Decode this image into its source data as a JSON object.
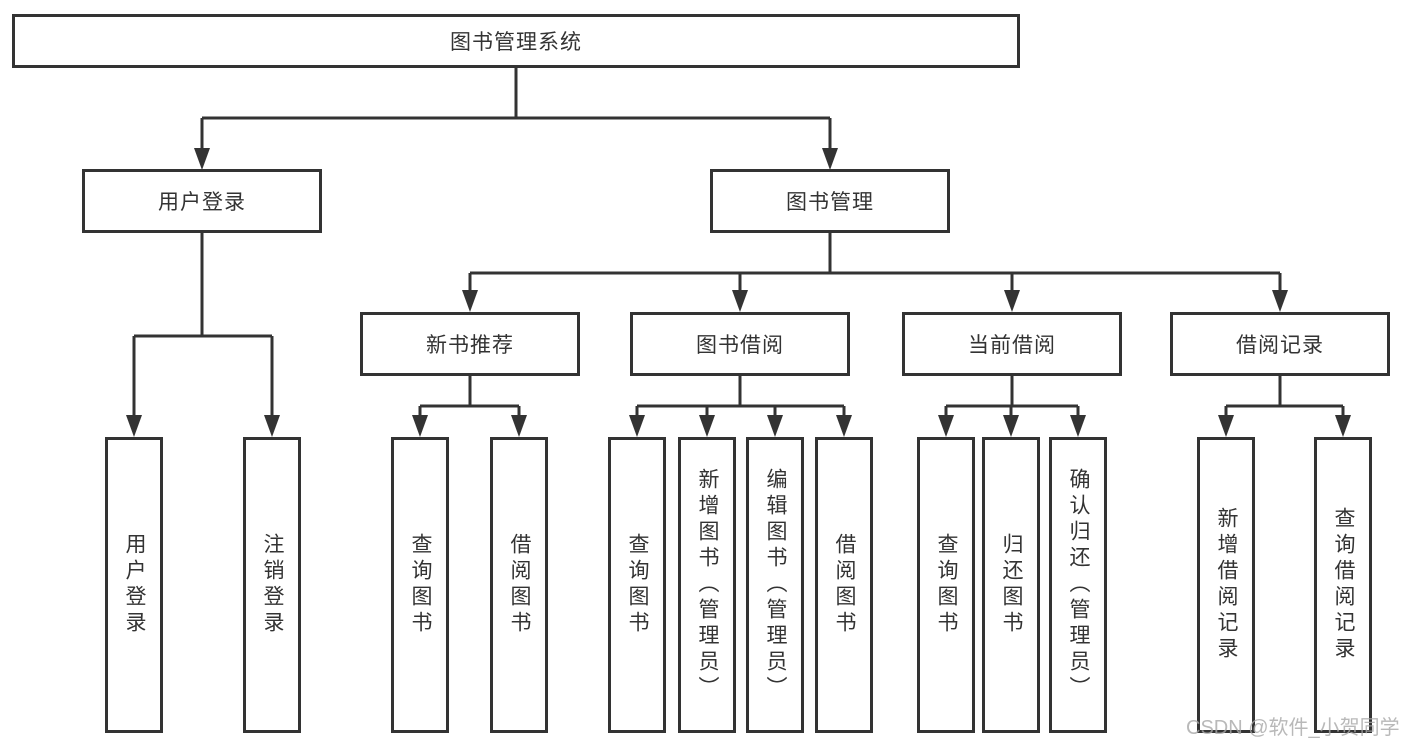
{
  "tree": {
    "root": "图书管理系统",
    "branches": [
      {
        "label": "用户登录",
        "children": [
          "用户登录",
          "注销登录"
        ]
      },
      {
        "label": "图书管理",
        "children": [
          {
            "label": "新书推荐",
            "children": [
              "查询图书",
              "借阅图书"
            ]
          },
          {
            "label": "图书借阅",
            "children": [
              "查询图书",
              "新增图书（管理员）",
              "编辑图书（管理员）",
              "借阅图书"
            ]
          },
          {
            "label": "当前借阅",
            "children": [
              "查询图书",
              "归还图书",
              "确认归还（管理员）"
            ]
          },
          {
            "label": "借阅记录",
            "children": [
              "新增借阅记录",
              "查询借阅记录"
            ]
          }
        ]
      }
    ]
  },
  "colors": {
    "line": "#333333",
    "text": "#333333",
    "background": "#ffffff",
    "watermark": "#a8a8a8"
  },
  "watermark": {
    "text": "CSDN @软件_小贺同学"
  }
}
